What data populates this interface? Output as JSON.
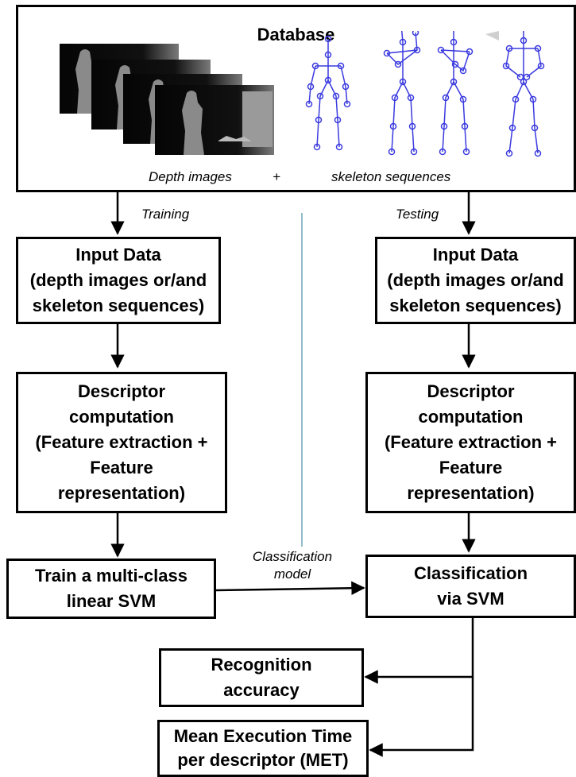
{
  "database": {
    "title": "Database",
    "depth_label": "Depth images",
    "plus": "+",
    "skeleton_label": "skeleton sequences"
  },
  "branches": {
    "training": "Training",
    "testing": "Testing"
  },
  "left": {
    "input": [
      "Input Data",
      "(depth images or/and",
      "skeleton sequences)"
    ],
    "descriptor": [
      "Descriptor",
      "computation",
      "(Feature extraction +",
      "Feature",
      "representation)"
    ],
    "train": [
      "Train a multi-class",
      "linear SVM"
    ]
  },
  "right": {
    "input": [
      "Input Data",
      "(depth images or/and",
      "skeleton sequences)"
    ],
    "descriptor": [
      "Descriptor",
      "computation",
      "(Feature extraction +",
      "Feature",
      "representation)"
    ],
    "classification": [
      "Classification",
      "via SVM"
    ]
  },
  "model_label": [
    "Classification",
    "model"
  ],
  "outputs": {
    "accuracy": [
      "Recognition",
      "accuracy"
    ],
    "met": [
      "Mean Execution Time",
      "per descriptor (MET)"
    ]
  },
  "colors": {
    "skeleton": "#3a3ae0",
    "divider": "#4a8fa8"
  }
}
